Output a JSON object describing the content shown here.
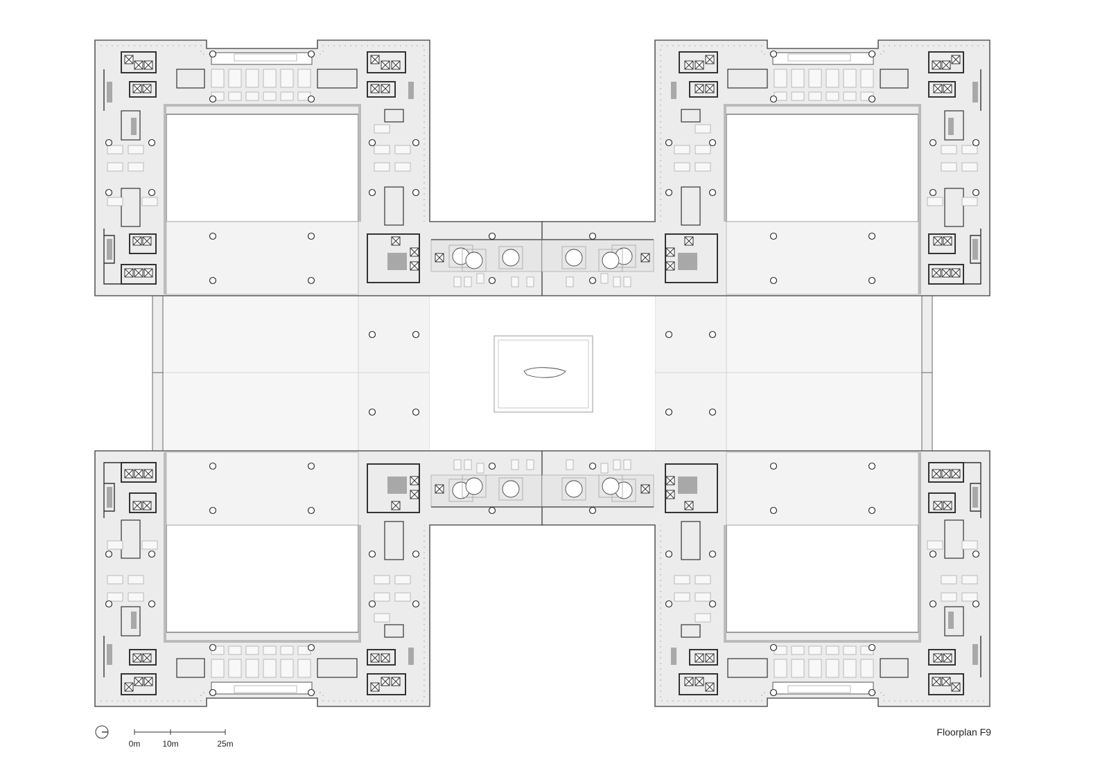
{
  "title": "Floorplan F9",
  "scale_bar": {
    "labels": [
      "0m",
      "10m",
      "25m"
    ]
  },
  "north_arrow": "north-arrow-icon",
  "colors": {
    "floor": "#ececec",
    "bay": "#f3f3f3",
    "courtyard": "#ffffff",
    "wall": "#5a5a5a",
    "line": "#9a9a9a"
  }
}
